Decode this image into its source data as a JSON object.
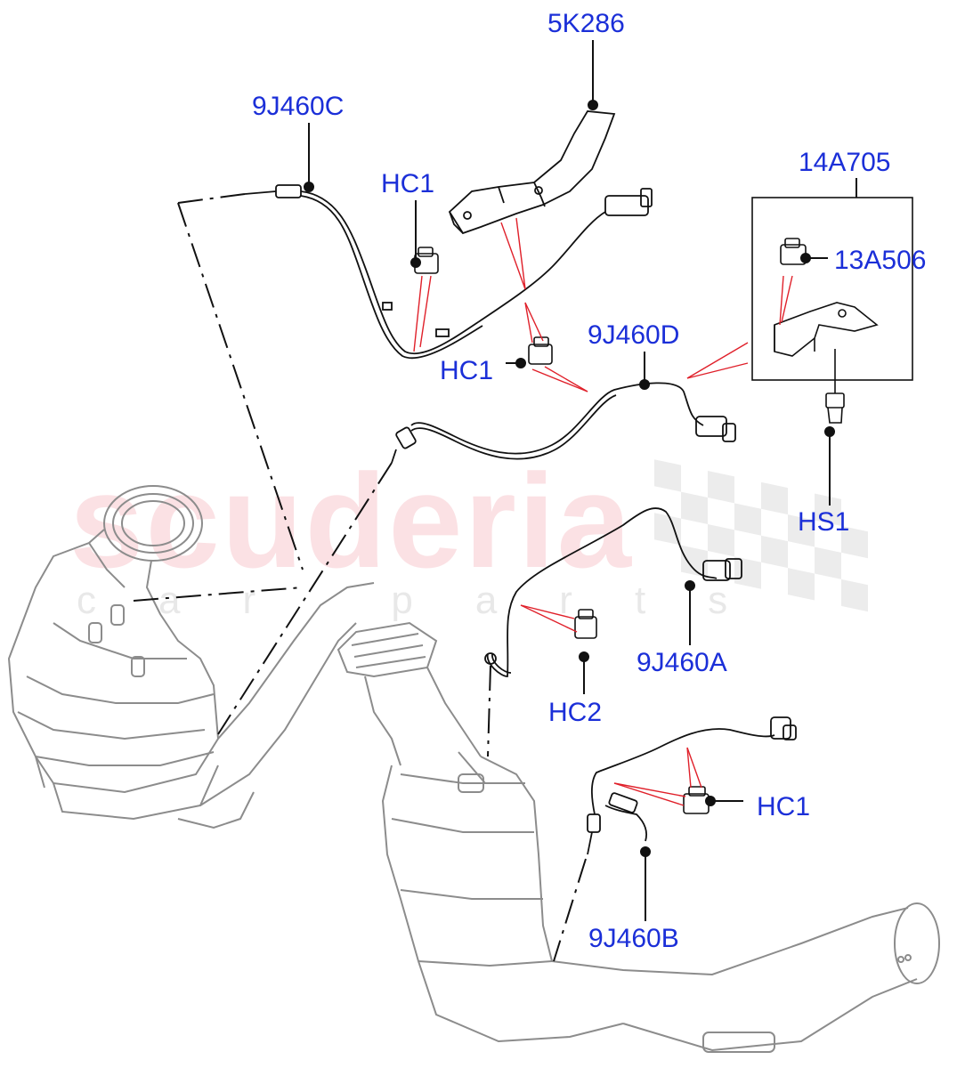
{
  "watermark": {
    "brand": "scuderia",
    "tagline": "car parts"
  },
  "colors": {
    "label": "#1b2fd8",
    "leader_red": "#e0202a",
    "line_dark": "#111111",
    "part_gray": "#8c8c8c"
  },
  "callouts": {
    "p5K286": "5K286",
    "p9J460C": "9J460C",
    "hc1_top": "HC1",
    "p14A705": "14A705",
    "p13A506": "13A506",
    "hc1_mid": "HC1",
    "p9J460D": "9J460D",
    "hs1": "HS1",
    "p9J460A": "9J460A",
    "hc2": "HC2",
    "hc1_bottom": "HC1",
    "p9J460B": "9J460B"
  }
}
